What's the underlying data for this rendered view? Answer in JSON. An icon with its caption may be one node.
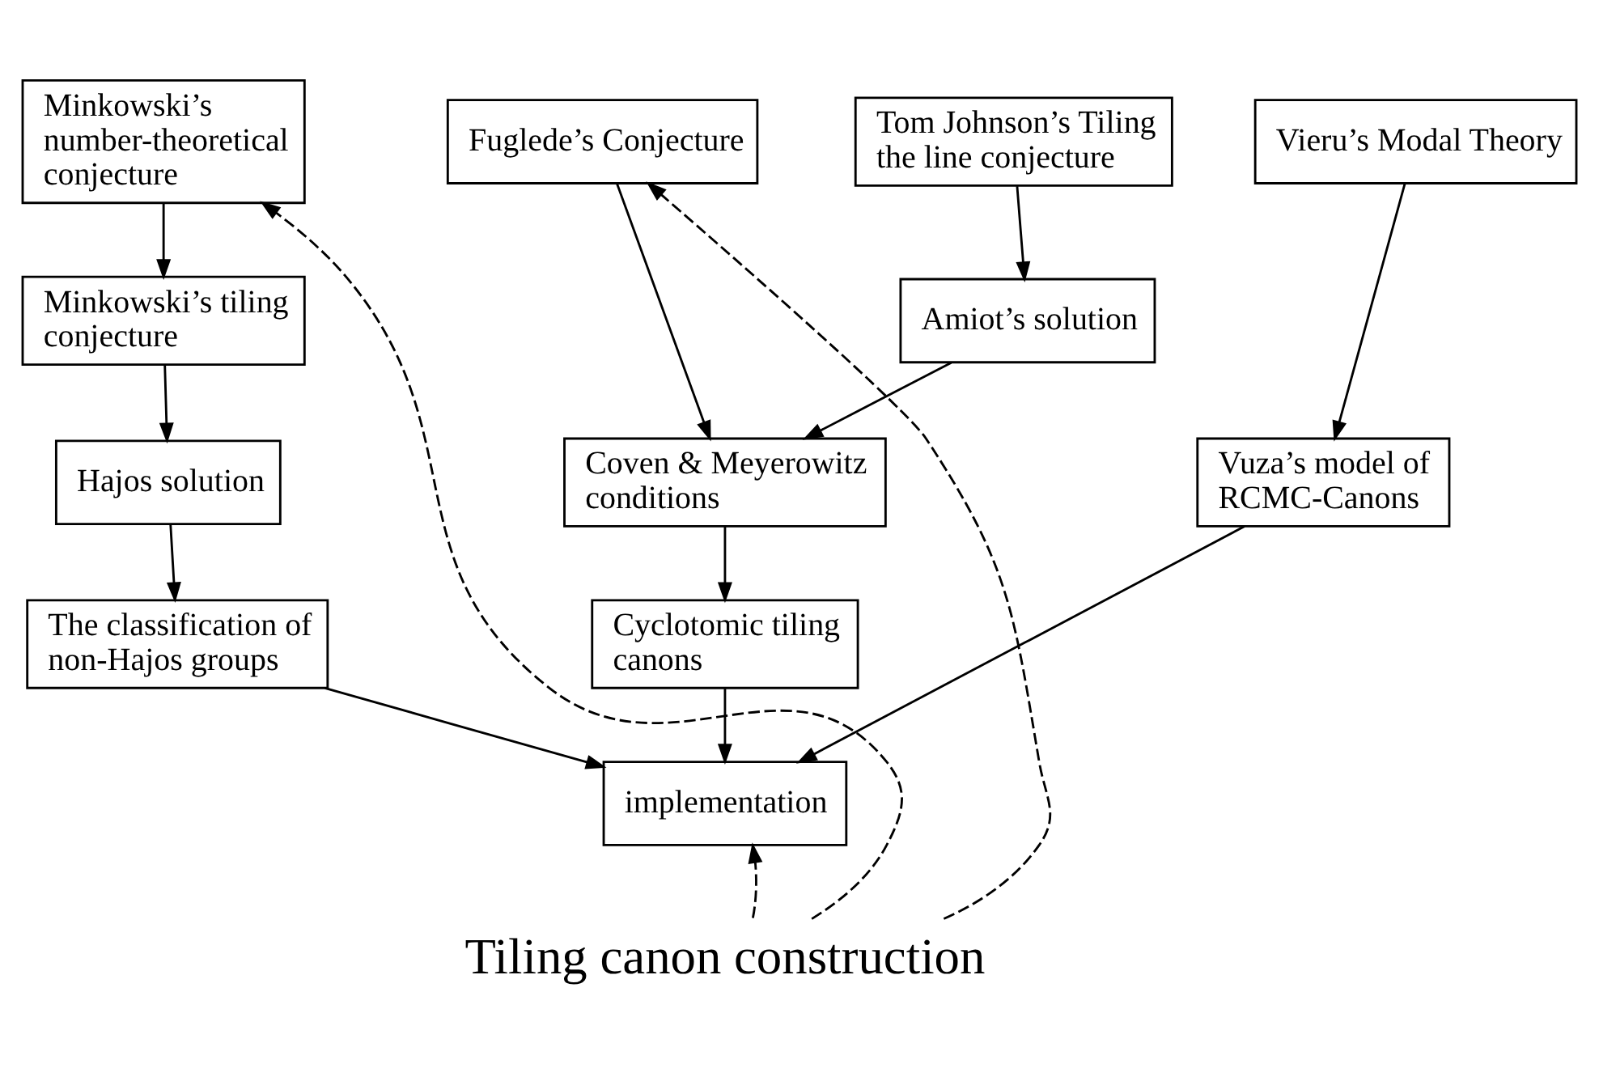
{
  "diagram": {
    "nodes": [
      {
        "text": [
          "Minkowski’s number-theoretical conjecture"
        ]
      },
      {
        "text": [
          "Vieru’s Modal Theory"
        ]
      },
      {
        "text": [
          "Tom Johnson’s Tiling the line conjecture"
        ]
      },
      {
        "text": [
          "Fuglede’s Conjecture"
        ]
      },
      {
        "text": [
          "Minkowski’s tiling conjecture"
        ]
      },
      {
        "text": [
          "Vuza’s model of RCMC-Canons"
        ]
      },
      {
        "text": [
          "Amiot’s solution"
        ]
      },
      {
        "text": [
          "Hajos solution"
        ]
      },
      {
        "text": [
          "Coven & Meyerowitz conditions"
        ]
      },
      {
        "text": [
          "The classification of non-Hajos groups"
        ]
      },
      {
        "text": [
          "Cyclotomic tiling canons"
        ]
      },
      {
        "text": [
          "implementation"
        ]
      },
      {
        "text": [
          "Tiling canon construction"
        ]
      }
    ],
    "edges": [
      {
        "from": 0,
        "to": 4,
        "arrow": "to"
      },
      {
        "from": 4,
        "to": 7,
        "arrow": "to"
      },
      {
        "from": 7,
        "to": 9,
        "arrow": "to"
      },
      {
        "from": 9,
        "to": 11,
        "arrow": "to"
      },
      {
        "from": 1,
        "to": 5,
        "arrow": "to"
      },
      {
        "from": 5,
        "to": 11,
        "arrow": "to"
      },
      {
        "from": 2,
        "to": 6,
        "arrow": "to"
      },
      {
        "from": 6,
        "to": 8,
        "arrow": "to"
      },
      {
        "from": 3,
        "to": 8,
        "arrow": "to"
      },
      {
        "from": 8,
        "to": 10,
        "arrow": "to"
      },
      {
        "from": 10,
        "to": 11,
        "arrow": "to"
      },
      {
        "from": 12,
        "to": 0,
        "arrow": "to",
        "style": "dashed"
      },
      {
        "from": 12,
        "to": 11,
        "arrow": "to",
        "style": "dashed"
      },
      {
        "from": 12,
        "to": 3,
        "arrow": "to",
        "style": "dashed"
      }
    ]
  }
}
